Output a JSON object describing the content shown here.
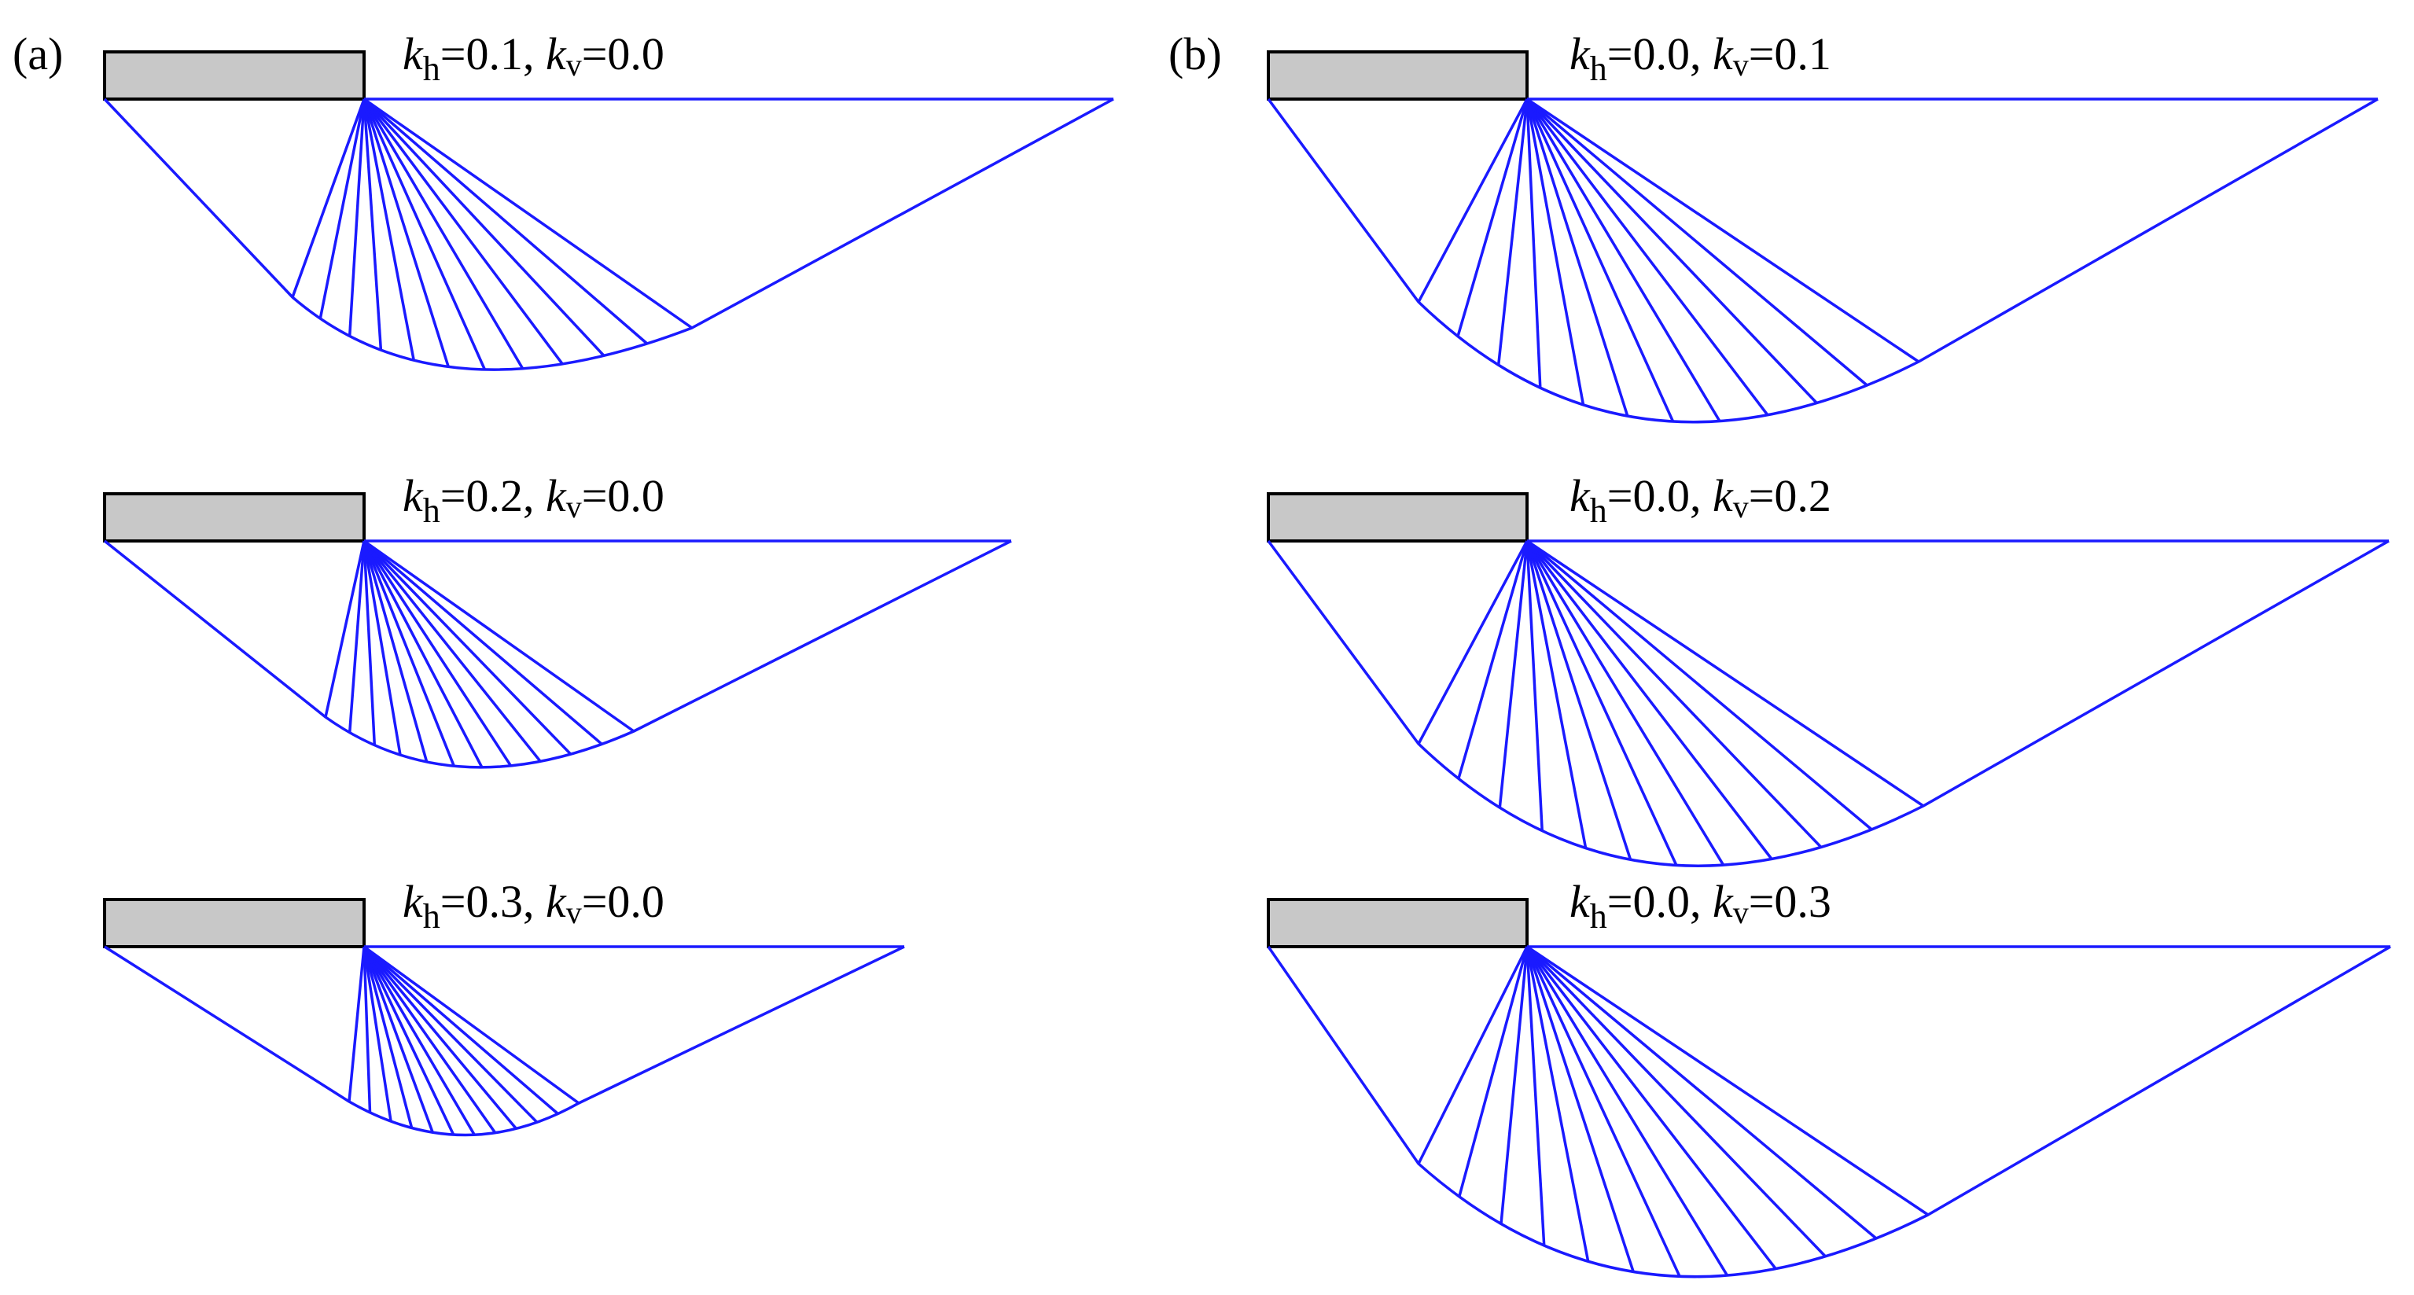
{
  "figure": {
    "panels": [
      {
        "label": "(a)",
        "cases": [
          {
            "kh": "0.1",
            "kv": "0.0"
          },
          {
            "kh": "0.2",
            "kv": "0.0"
          },
          {
            "kh": "0.3",
            "kv": "0.0"
          }
        ]
      },
      {
        "label": "(b)",
        "cases": [
          {
            "kh": "0.0",
            "kv": "0.1"
          },
          {
            "kh": "0.0",
            "kv": "0.2"
          },
          {
            "kh": "0.0",
            "kv": "0.3"
          }
        ]
      }
    ],
    "symbols": {
      "k": "k",
      "h_sub": "h",
      "v_sub": "v",
      "eq": "=",
      "sep": ", "
    },
    "colors": {
      "mechanism": "#1a1aff",
      "footing_fill": "#c8c8c8",
      "footing_stroke": "#000000"
    },
    "fan_lines_per_mechanism": 11
  }
}
